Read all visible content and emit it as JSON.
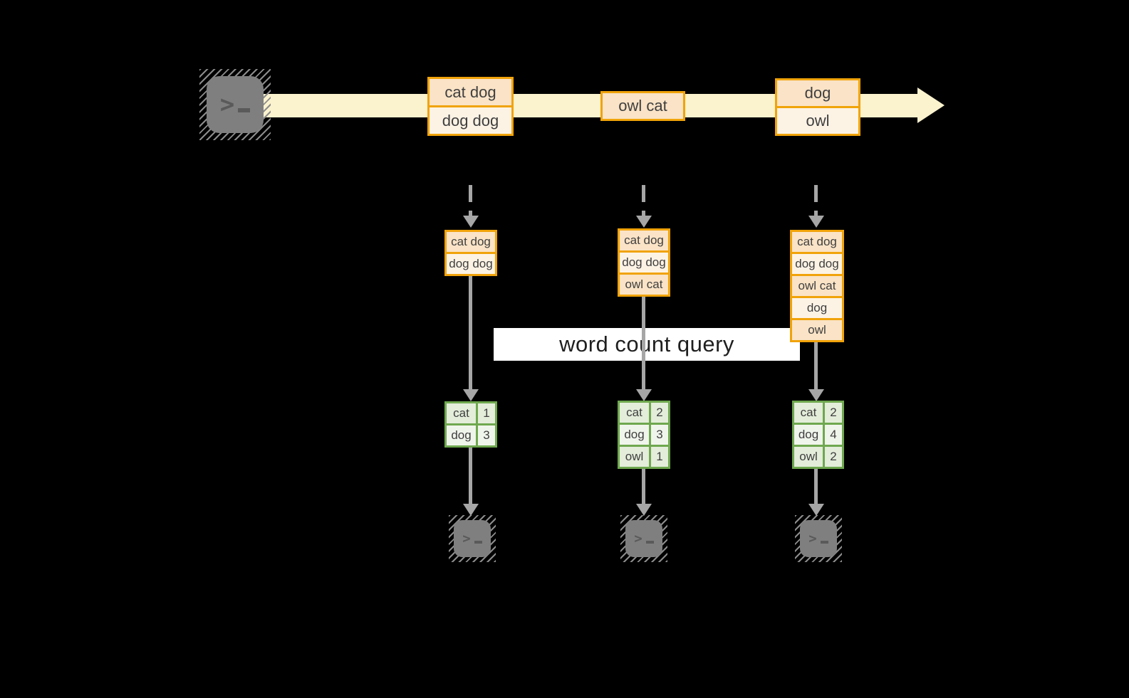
{
  "query_label": "word count query",
  "stream": {
    "events": [
      {
        "lines": [
          "cat dog",
          "dog dog"
        ]
      },
      {
        "lines": [
          "owl cat"
        ]
      },
      {
        "lines": [
          "dog",
          "owl"
        ]
      }
    ]
  },
  "columns": [
    {
      "buffer": [
        "cat dog",
        "dog dog"
      ],
      "counts": [
        [
          "cat",
          "1"
        ],
        [
          "dog",
          "3"
        ]
      ]
    },
    {
      "buffer": [
        "cat dog",
        "dog dog",
        "owl cat"
      ],
      "counts": [
        [
          "cat",
          "2"
        ],
        [
          "dog",
          "3"
        ],
        [
          "owl",
          "1"
        ]
      ]
    },
    {
      "buffer": [
        "cat dog",
        "dog dog",
        "owl cat",
        "dog",
        "owl"
      ],
      "counts": [
        [
          "cat",
          "2"
        ],
        [
          "dog",
          "4"
        ],
        [
          "owl",
          "2"
        ]
      ]
    }
  ],
  "icons": {
    "prompt_chevron": ">"
  },
  "colors": {
    "background": "#000000",
    "stream_fill": "#FBF2CE",
    "box_border": "#F0A30A",
    "box_fill_dark": "#FAE3C6",
    "box_fill_light": "#FDF3E5",
    "table_border": "#6FA84F",
    "table_fill_dark": "#E3EDDA",
    "table_fill_light": "#F0F5EC",
    "arrow_gray": "#A6A6A6",
    "terminal_gray": "#7F7F7F"
  }
}
